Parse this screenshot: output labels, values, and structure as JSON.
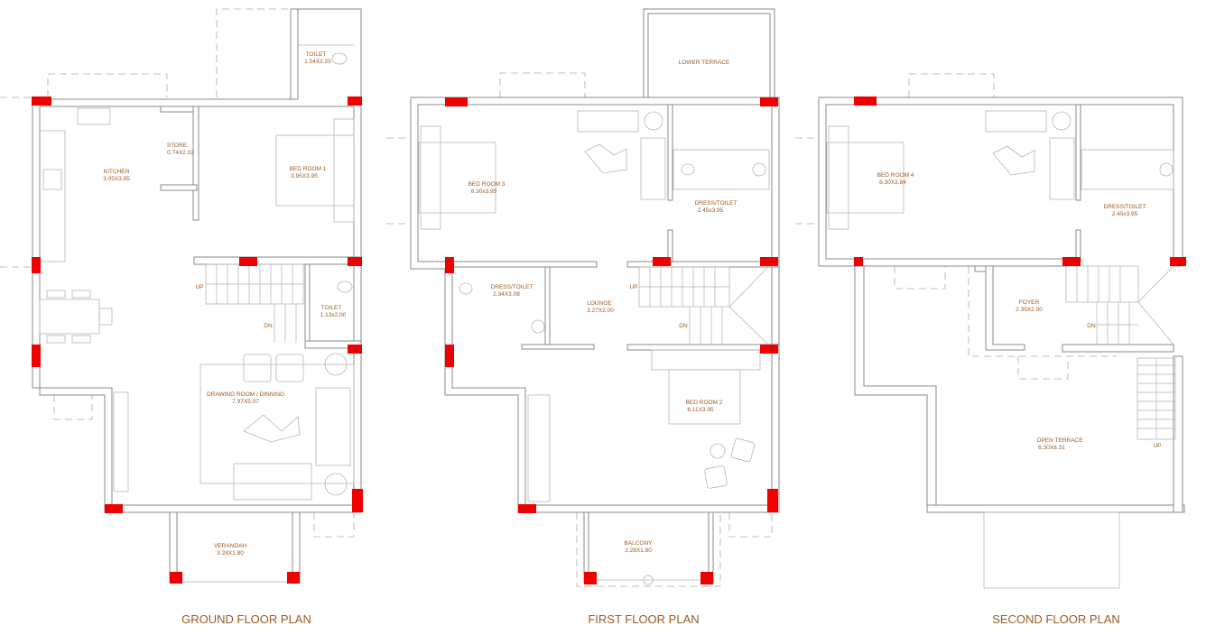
{
  "colors": {
    "wall": "#8a8a8a",
    "column": "#ee0000",
    "label": "#9a5a22"
  },
  "ground_floor": {
    "title": "GROUND FLOOR PLAN",
    "rooms": [
      {
        "name": "TOILET",
        "size": "1.54X2.25"
      },
      {
        "name": "STORE",
        "size": "0.74X2.02"
      },
      {
        "name": "KITCHEN",
        "size": "3.05X3.95"
      },
      {
        "name": "BED ROOM 1",
        "size": "3.95X3.95"
      },
      {
        "name": "TOILET",
        "size": "1.13x2.00"
      },
      {
        "name": "DRAWING ROOM / DINNING",
        "size": "7.97X5.07"
      },
      {
        "name": "VERANDAH",
        "size": "3.28X1.80"
      }
    ],
    "stair_up": "UP",
    "stair_dn": "DN"
  },
  "first_floor": {
    "title": "FIRST FLOOR PLAN",
    "rooms": [
      {
        "name": "LOWER TERRACE",
        "size": ""
      },
      {
        "name": "BED ROOM 3",
        "size": "6.30x3.95"
      },
      {
        "name": "DRESS/TOILET",
        "size": "2.45x3.95"
      },
      {
        "name": "DRESS/TOILET",
        "size": "2.34X3.08"
      },
      {
        "name": "LOUNGE",
        "size": "3.27X2.00"
      },
      {
        "name": "BED ROOM 2",
        "size": "6.11X3.95"
      },
      {
        "name": "BALCONY",
        "size": "3.28X1.80"
      }
    ],
    "stair_up": "UP",
    "stair_dn": "DN"
  },
  "second_floor": {
    "title": "SECOND FLOOR PLAN",
    "rooms": [
      {
        "name": "BED ROOM 4",
        "size": "6.30X3.84"
      },
      {
        "name": "DRESS/TOILET",
        "size": "2.45x3.95"
      },
      {
        "name": "FOYER",
        "size": "2.35X2.00"
      },
      {
        "name": "OPEN TERRACE",
        "size": "6.30X8.31"
      }
    ],
    "stair_dn": "DN",
    "stair_up": "UP"
  }
}
